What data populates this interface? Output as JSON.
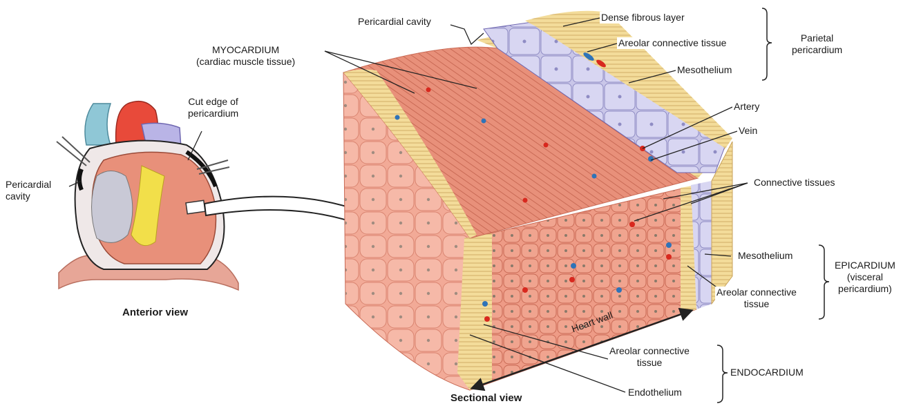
{
  "views": {
    "anterior": "Anterior view",
    "sectional": "Sectional view"
  },
  "labels": {
    "pericardial_cavity_left": [
      "Pericardial",
      "cavity"
    ],
    "cut_edge": [
      "Cut edge of",
      "pericardium"
    ],
    "pericardial_cavity_top": "Pericardial cavity",
    "myocardium": [
      "MYOCARDIUM",
      "(cardiac muscle tissue)"
    ],
    "dense_fibrous": "Dense fibrous layer",
    "areolar_top": "Areolar connective tissue",
    "mesothelium_top": "Mesothelium",
    "parietal": [
      "Parietal",
      "pericardium"
    ],
    "artery": "Artery",
    "vein": "Vein",
    "connective_tissues": "Connective tissues",
    "mesothelium_epi": "Mesothelium",
    "areolar_epi": [
      "Areolar connective",
      "tissue"
    ],
    "epicardium": [
      "EPICARDIUM",
      "(visceral",
      "pericardium)"
    ],
    "heart_wall": "Heart wall",
    "areolar_endo": [
      "Areolar connective",
      "tissue"
    ],
    "endothelium": "Endothelium",
    "endocardium": "ENDOCARDIUM"
  },
  "colors": {
    "muscle": "#e8907a",
    "muscle_dark": "#c96a55",
    "connective": "#f3dc9a",
    "mesothelium": "#c9c6e8",
    "artery": "#d8281e",
    "vein": "#2f73b8",
    "aorta": "#e84a3a",
    "pulmonary": "#8fc7d6",
    "fat": "#f2df4a"
  }
}
